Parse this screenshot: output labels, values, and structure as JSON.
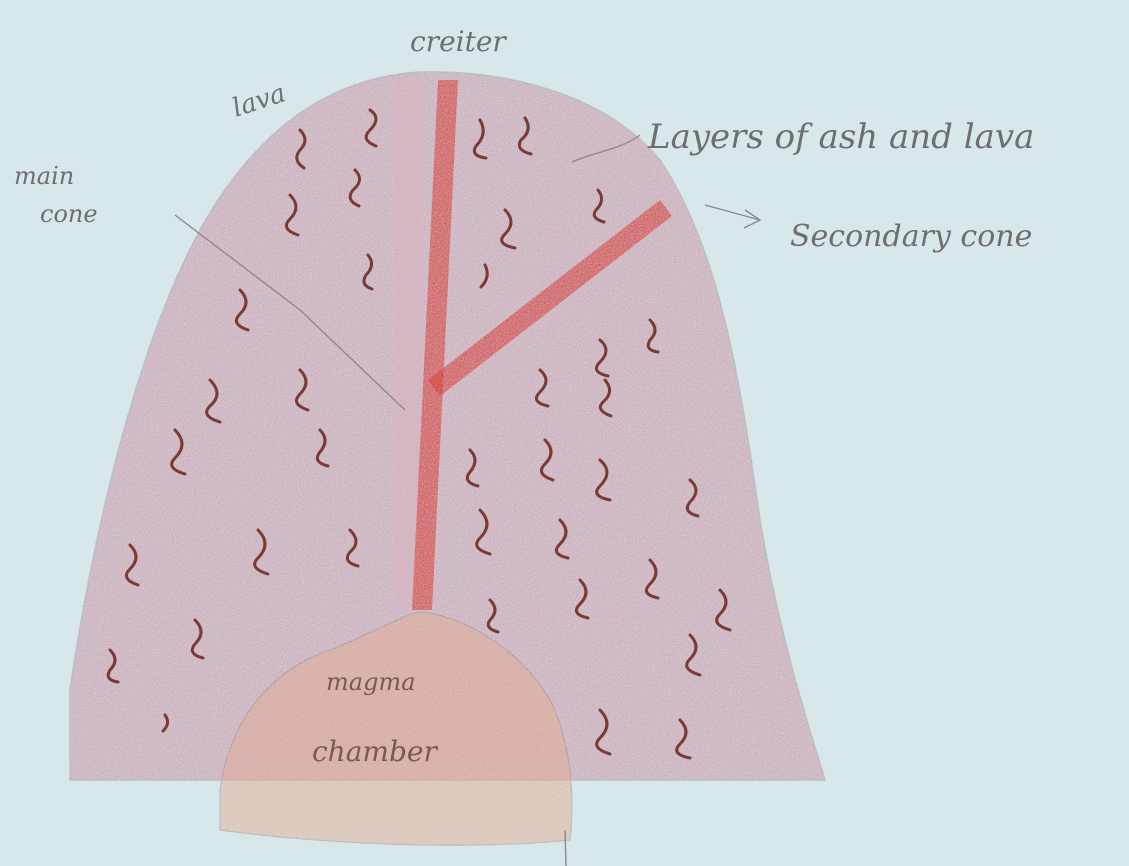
{
  "labels": {
    "crater": "creiter",
    "lava": "lava",
    "main": "main",
    "cone": "cone",
    "layers": "Layers of ash and lava",
    "secondary": "Secondary cone",
    "magma": "magma",
    "chamber": "chamber"
  },
  "colors": {
    "paper": "#d8e8ea",
    "cone_fill": "#c8879c",
    "cone_light": "#dcb0c0",
    "vent_red": "#d8403a",
    "chamber_fill": "#e4a98f",
    "squiggle": "#7a3a35",
    "pencil": "#8a8a8a"
  }
}
